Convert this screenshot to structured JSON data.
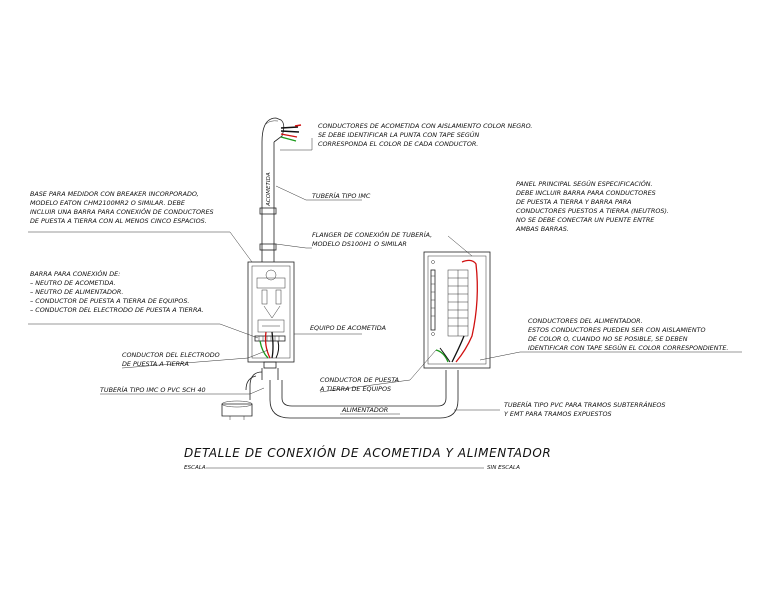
{
  "labels": {
    "conductores_acometida": [
      "CONDUCTORES DE ACOMETIDA CON AISLAMIENTO COLOR NEGRO.",
      "SE DEBE IDENTIFICAR LA PUNTA CON TAPE SEGÚN",
      "CORRESPONDA EL COLOR DE CADA CONDUCTOR."
    ],
    "acometida_vertical": "ACOMETIDA",
    "tuberia_imc": "TUBERÍA TIPO IMC",
    "base_medidor": [
      "BASE PARA MEDIDOR CON BREAKER INCORPORADO,",
      "MODELO EATON CHM2100MR2 O SIMILAR. DEBE",
      "INCLUIR UNA BARRA PARA CONEXIÓN DE CONDUCTORES",
      "DE PUESTA A TIERRA CON AL MENOS CINCO ESPACIOS."
    ],
    "flanger": [
      "FLANGER DE CONEXIÓN DE TUBERÍA,",
      "MODELO DS100H1 O SIMILAR"
    ],
    "barra_conexion": [
      "BARRA PARA CONEXIÓN DE:",
      "– NEUTRO DE ACOMETIDA.",
      "– NEUTRO DE ALIMENTADOR.",
      "– CONDUCTOR DE PUESTA A TIERRA DE EQUIPOS.",
      "– CONDUCTOR DEL ELECTRODO DE PUESTA A TIERRA."
    ],
    "equipo_acometida": "EQUIPO DE ACOMETIDA",
    "conductor_electrodo": [
      "CONDUCTOR DEL ELECTRODO",
      "DE PUESTA A TIERRA"
    ],
    "tuberia_imc_pvc": "TUBERÍA TIPO IMC O PVC SCH 40",
    "panel_principal": [
      "PANEL PRINCIPAL SEGÚN ESPECIFICACIÓN.",
      "DEBE INCLUIR BARRA PARA CONDUCTORES",
      "DE PUESTA A TIERRA Y BARRA PARA",
      "CONDUCTORES PUESTOS A TIERRA (NEUTROS).",
      "NO SE DEBE CONECTAR UN PUENTE ENTRE",
      "AMBAS BARRAS."
    ],
    "conductores_alimentador": [
      "CONDUCTORES DEL ALIMENTADOR.",
      "ESTOS CONDUCTORES PUEDEN SER CON AISLAMIENTO",
      "DE COLOR O, CUANDO NO SE POSIBLE, SE DEBEN",
      "IDENTIFICAR CON TAPE SEGÚN EL COLOR CORRESPONDIENTE."
    ],
    "conductor_puesta_tierra": [
      "CONDUCTOR DE PUESTA",
      "A TIERRA DE EQUIPOS"
    ],
    "alimentador": "ALIMENTADOR",
    "tuberia_pvc": [
      "TUBERÍA TIPO PVC PARA TRAMOS SUBTERRÁNEOS",
      "Y EMT PARA TRAMOS EXPUESTOS"
    ],
    "title": "DETALLE DE CONEXIÓN DE ACOMETIDA Y ALIMENTADOR",
    "escala_left": "ESCALA",
    "escala_right": "SIN ESCALA"
  },
  "colors": {
    "line": "#222222",
    "red": "#d01010",
    "green": "#1a9a1a",
    "white_wire": "#eeeeee"
  }
}
